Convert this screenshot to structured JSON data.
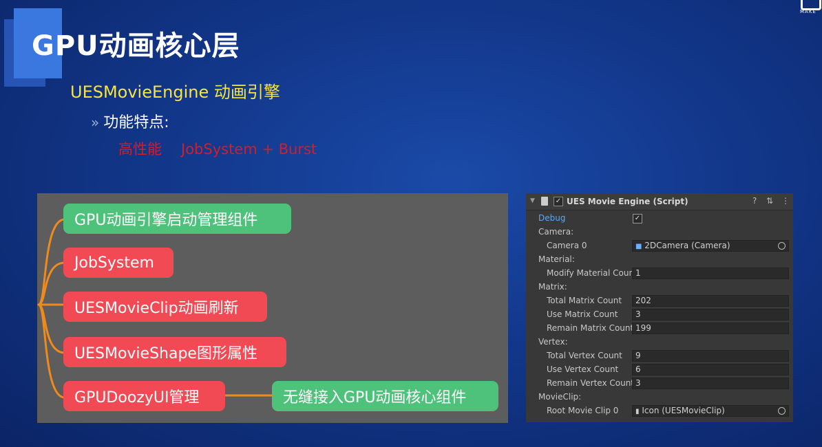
{
  "slide": {
    "title": "GPU动画核心层",
    "subtitle": "UESMovieEngine  动画引擎",
    "feature_heading": "功能特点:",
    "chevron": "»",
    "performance": [
      "高性能",
      "JobSystem + Burst"
    ],
    "logo_text": "MAKE"
  },
  "mindmap": {
    "nodes": [
      {
        "label": "GPU动画引擎启动管理组件",
        "color": "#4ec27a"
      },
      {
        "label": "JobSystem",
        "color": "#f24a55"
      },
      {
        "label": "UESMovieClip动画刷新",
        "color": "#f24a55"
      },
      {
        "label": "UESMovieShape图形属性",
        "color": "#f24a55"
      },
      {
        "label": "GPUDoozyUI管理",
        "color": "#f24a55"
      }
    ],
    "child": {
      "label": "无缝接入GPU动画核心组件",
      "color": "#4ec27a"
    },
    "connector_color": "#ef8a1e"
  },
  "inspector": {
    "header": "UES Movie Engine (Script)",
    "debug_label": "Debug",
    "debug_checked": "✓",
    "camera_section": "Camera:",
    "camera0_label": "Camera 0",
    "camera0_value": "2DCamera (Camera)",
    "material_section": "Material:",
    "modify_material_label": "Modify Material Count",
    "modify_material_value": "1",
    "matrix_section": "Matrix:",
    "total_matrix_label": "Total Matrix Count",
    "total_matrix_value": "202",
    "use_matrix_label": "Use Matrix Count",
    "use_matrix_value": "3",
    "remain_matrix_label": "Remain Matrix Count",
    "remain_matrix_value": "199",
    "vertex_section": "Vertex:",
    "total_vertex_label": "Total Vertex Count",
    "total_vertex_value": "9",
    "use_vertex_label": "Use Vertex Count",
    "use_vertex_value": "6",
    "remain_vertex_label": "Remain Vertex Count",
    "remain_vertex_value": "3",
    "movieclip_section": "MovieClip:",
    "root_clip_label": "Root Movie Clip 0",
    "root_clip_value": "Icon (UESMovieClip)"
  }
}
